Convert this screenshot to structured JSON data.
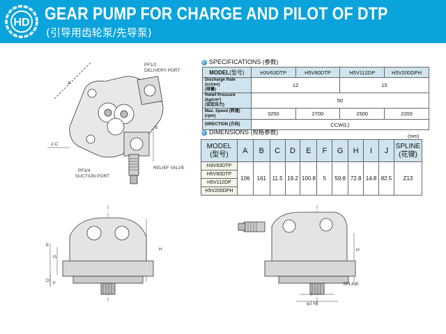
{
  "header": {
    "logo_text": "HD",
    "title": "GEAR PUMP FOR CHARGE AND PILOT OF DTP",
    "subtitle": "(引导用齿轮泵/先导泵)",
    "bg_color": "#0aa3dc"
  },
  "specifications": {
    "heading": "SPECIFICATIONS",
    "heading_cn": "(参数)",
    "model_label": "MODEL",
    "model_label_cn": "(型号)",
    "models": [
      "H3V63DTP",
      "H5V80DTP",
      "H5V112DP",
      "H5V200DPH"
    ],
    "rows": [
      {
        "label": "Discharge Rate (cc/rev)",
        "label_cn": "(排量)",
        "values": [
          "12",
          "15"
        ]
      },
      {
        "label": "Relief Pressure (kg/cm²)",
        "label_cn": "(设定压力)",
        "values": [
          "50"
        ]
      },
      {
        "label": "Max. Speed",
        "label_cn": "(转速)",
        "label_unit": "(rpm)",
        "values": [
          "3250",
          "2700",
          "2500",
          "2200"
        ]
      },
      {
        "label": "DIRECTION",
        "label_cn": "(方向)",
        "values": [
          "CCW(L)"
        ]
      }
    ]
  },
  "dimensions": {
    "heading": "DIMENSIONS",
    "heading_cn": "(规格参数)",
    "unit": "(mm)",
    "model_label": "MODEL",
    "model_label_cn": "(型号)",
    "columns": [
      "A",
      "B",
      "C",
      "D",
      "E",
      "F",
      "G",
      "H",
      "I",
      "J"
    ],
    "spline_label": "SPLINE",
    "spline_label_cn": "(花键)",
    "models": [
      "H3V63DTP",
      "H5V80DTP",
      "H5V112DP",
      "H5V200DPH"
    ],
    "values": [
      "106",
      "161",
      "11.5",
      "19.2",
      "100.8",
      "5",
      "59.8",
      "72.8",
      "14.8",
      "82.5"
    ],
    "spline": "Z13"
  },
  "drawing_labels": {
    "delivery_port": "PF1/2",
    "delivery_port_text": "DELIVERY PORT",
    "suction_port": "PF3/4",
    "suction_port_text": "SUCTION PORT",
    "relief_valve": "RELIEF VALVE",
    "dim_2c": "2-C",
    "dim_a": "A",
    "dim_b": "B",
    "dim_e": "E",
    "dim_g": "G",
    "dim_h": "H",
    "dim_d": "D",
    "dim_f": "F",
    "dim_i": "I",
    "spline": "SPLINE",
    "dia_j": "φJ h8"
  }
}
